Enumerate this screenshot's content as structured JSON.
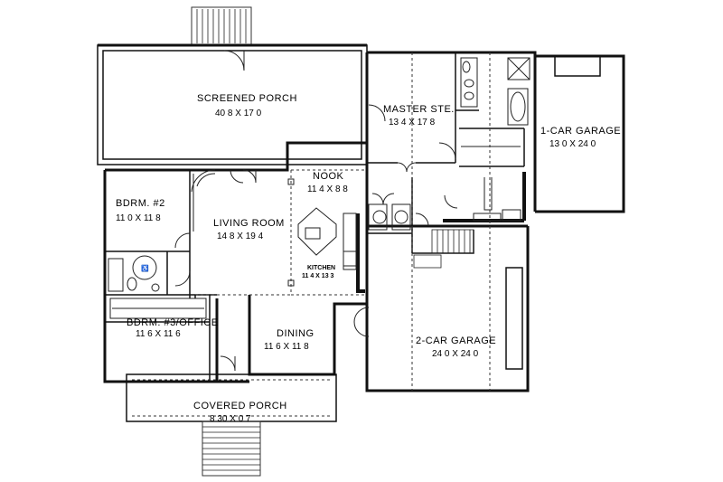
{
  "rooms": {
    "screened_porch": {
      "name": "SCREENED PORCH",
      "dim": "40 8 X 17 0"
    },
    "master_suite": {
      "name": "MASTER STE.",
      "dim": "13 4 X 17 8"
    },
    "one_car_garage": {
      "name": "1-CAR GARAGE",
      "dim": "13 0 X 24 0"
    },
    "bedroom_2": {
      "name": "BDRM. #2",
      "dim": "11 0 X 11 8"
    },
    "nook": {
      "name": "NOOK",
      "dim": "11 4 X 8 8"
    },
    "living_room": {
      "name": "LIVING ROOM",
      "dim": "14 8 X 19 4"
    },
    "kitchen": {
      "name": "KITCHEN",
      "dim": "11 4 X 13 3"
    },
    "bedroom_3": {
      "name": "BDRM. #3/OFFICE",
      "dim": "11 6 X 11 6"
    },
    "dining": {
      "name": "DINING",
      "dim": "11 6 X 11 8"
    },
    "two_car_garage": {
      "name": "2-CAR GARAGE",
      "dim": "24 0 X 24 0"
    },
    "covered_porch": {
      "name": "COVERED PORCH",
      "dim": "8 30 X 0 7"
    }
  }
}
